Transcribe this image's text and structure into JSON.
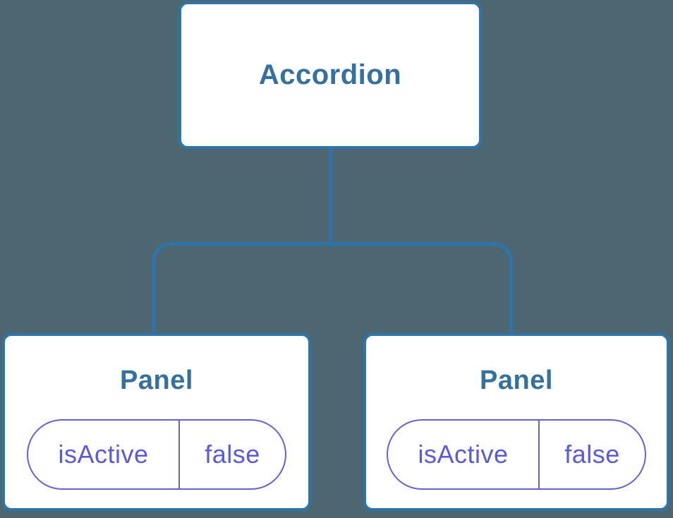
{
  "colors": {
    "background": "#4C6772",
    "connector_blue": "#2E74A8",
    "node_background": "#FFFFFF",
    "node_border": "#2E74A8",
    "heading_text": "#35719E",
    "state_text": "#5A5AE0",
    "pill_border": "#6363D4"
  },
  "tree": {
    "root": {
      "label": "Accordion"
    },
    "children": [
      {
        "label": "Panel",
        "state": {
          "key": "isActive",
          "value": "false"
        }
      },
      {
        "label": "Panel",
        "state": {
          "key": "isActive",
          "value": "false"
        }
      }
    ]
  }
}
